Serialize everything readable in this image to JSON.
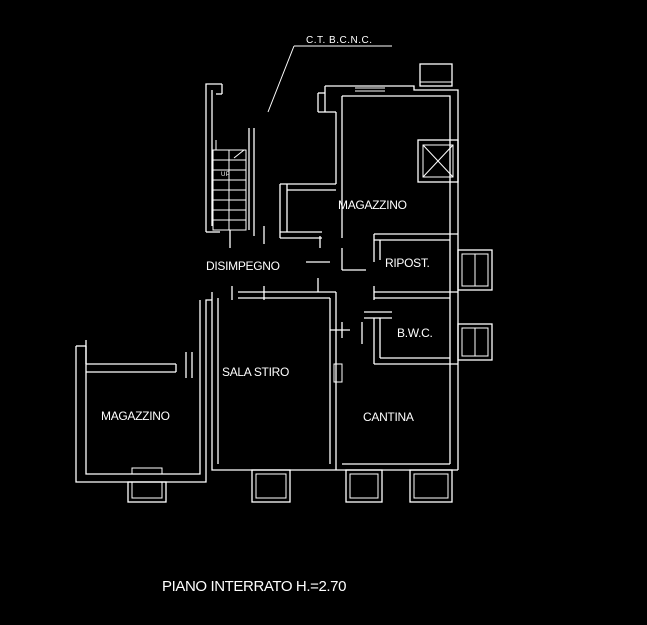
{
  "plan": {
    "header_label": "C.T. B.C.N.C.",
    "caption": "PIANO INTERRATO H.=2.70",
    "stair_label": "UP",
    "rooms": {
      "magazzino_top": "MAGAZZINO",
      "disimpegno": "DISIMPEGNO",
      "ripost": "RIPOST.",
      "bwc": "B.W.C.",
      "sala_stiro": "SALA STIRO",
      "magazzino_left": "MAGAZZINO",
      "cantina": "CANTINA"
    }
  },
  "colors": {
    "background": "#000000",
    "lines": "#ffffff"
  }
}
